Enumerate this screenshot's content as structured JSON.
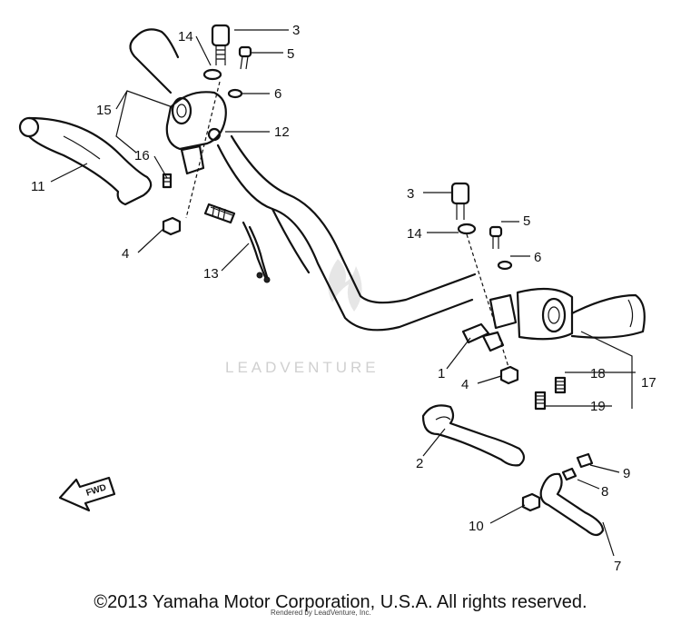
{
  "diagram": {
    "labels": {
      "l3a": "3",
      "l14a": "14",
      "l5a": "5",
      "l6a": "6",
      "l15": "15",
      "l12": "12",
      "l16": "16",
      "l11": "11",
      "l4a": "4",
      "l13": "13",
      "l3b": "3",
      "l14b": "14",
      "l5b": "5",
      "l6b": "6",
      "l1": "1",
      "l4b": "4",
      "l18": "18",
      "l17": "17",
      "l19": "19",
      "l2": "2",
      "l9": "9",
      "l8": "8",
      "l10": "10",
      "l7": "7"
    },
    "fwd_badge": "FWD",
    "watermark": "LEADVENTURE"
  },
  "footer": {
    "copyright": "©2013 Yamaha Motor Corporation, U.S.A. All rights reserved.",
    "rendered_by": "Rendered by LeadVenture, Inc."
  }
}
